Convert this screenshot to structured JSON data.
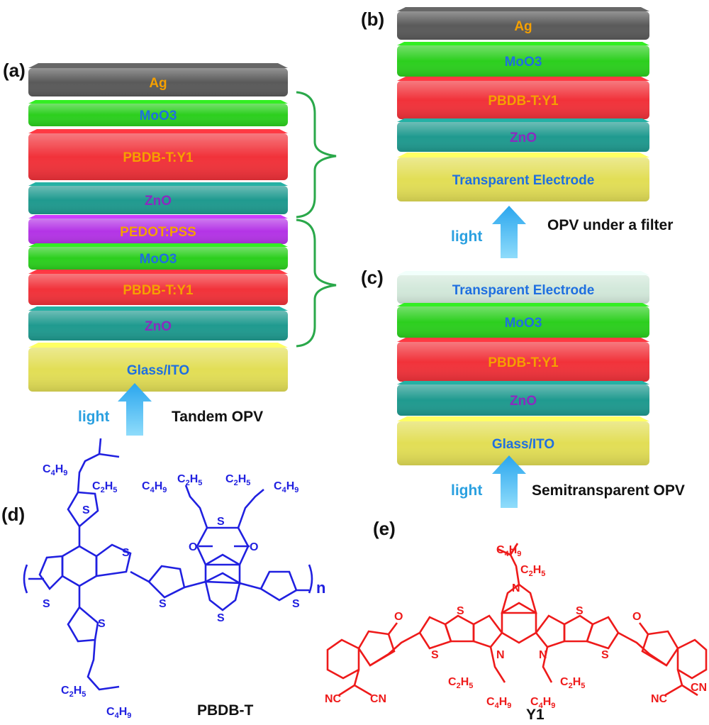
{
  "panels": {
    "a": "(a)",
    "b": "(b)",
    "c": "(c)",
    "d": "(d)",
    "e": "(e)"
  },
  "colors": {
    "Ag": "#5a5a5a",
    "MoO3": "#2ccf1e",
    "PBDB": "#f1323a",
    "ZnO": "#1f9a8f",
    "PEDOT": "#b434e6",
    "Glass": "#e2de56",
    "TE": "#d2e8da",
    "text_orange": "#f5a000",
    "text_blue": "#1f6fe0",
    "text_purple": "#8a2bbf",
    "brace": "#2aa84a",
    "arrow": "#38b6f0",
    "poly": "#2020e0",
    "y1": "#ee1a1a"
  },
  "stack_a": [
    {
      "id": "Ag",
      "label": "Ag"
    },
    {
      "id": "MoO3",
      "label": "MoO3"
    },
    {
      "id": "PBDB",
      "label": "PBDB-T:Y1"
    },
    {
      "id": "ZnO",
      "label": "ZnO"
    },
    {
      "id": "PEDOT",
      "label": "PEDOT:PSS"
    },
    {
      "id": "MoO3",
      "label": "MoO3"
    },
    {
      "id": "PBDB",
      "label": "PBDB-T:Y1"
    },
    {
      "id": "ZnO",
      "label": "ZnO"
    },
    {
      "id": "Glass",
      "label": "Glass/ITO"
    }
  ],
  "stack_b": [
    {
      "id": "Ag",
      "label": "Ag"
    },
    {
      "id": "MoO3",
      "label": "MoO3"
    },
    {
      "id": "PBDB",
      "label": "PBDB-T:Y1"
    },
    {
      "id": "ZnO",
      "label": "ZnO"
    },
    {
      "id": "Glass",
      "label": "Transparent Electrode"
    }
  ],
  "stack_c": [
    {
      "id": "TE",
      "label": "Transparent Electrode"
    },
    {
      "id": "MoO3",
      "label": "MoO3"
    },
    {
      "id": "PBDB",
      "label": "PBDB-T:Y1"
    },
    {
      "id": "ZnO",
      "label": "ZnO"
    },
    {
      "id": "Glass",
      "label": "Glass/ITO"
    }
  ],
  "captions": {
    "light": "light",
    "tandem": "Tandem OPV",
    "filter": "OPV under a filter",
    "semi": "Semitransparent OPV"
  },
  "molecules": {
    "pbdbt_name": "PBDB-T",
    "y1_name": "Y1",
    "n": "n",
    "S": "S",
    "O": "O",
    "N": "N",
    "NC": "NC",
    "CN": "CN"
  }
}
